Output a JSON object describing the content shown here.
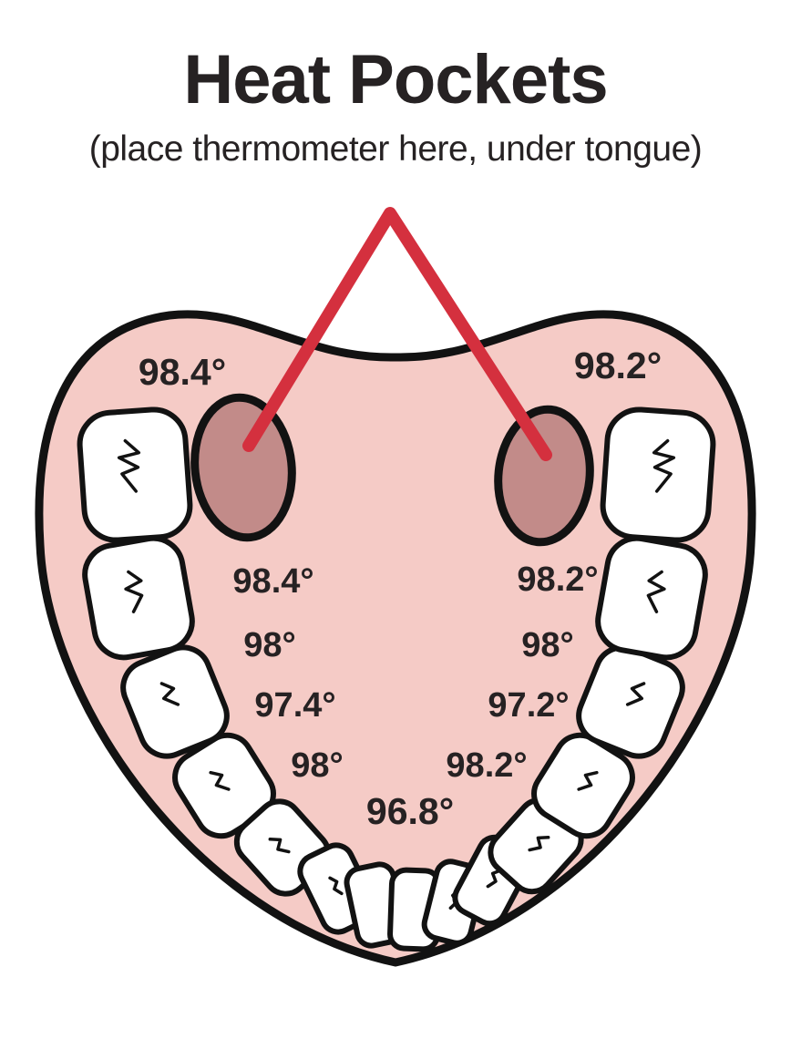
{
  "title": "Heat Pockets",
  "subtitle": "(place thermometer here, under tongue)",
  "diagram": {
    "pockets": [
      {
        "side": "left",
        "label": "98.4°"
      },
      {
        "side": "right",
        "label": "98.2°"
      }
    ],
    "readings_left": [
      "98.4°",
      "98°",
      "97.4°",
      "98°"
    ],
    "readings_right": [
      "98.2°",
      "98°",
      "97.2°",
      "98.2°"
    ],
    "reading_bottom": "96.8°"
  },
  "colors": {
    "mouth_fill": "#f5cbc6",
    "pocket_fill": "#c28b89",
    "tooth_fill": "#ffffff",
    "outline": "#121212",
    "pointer_red": "#d4303e",
    "text": "#262223"
  }
}
